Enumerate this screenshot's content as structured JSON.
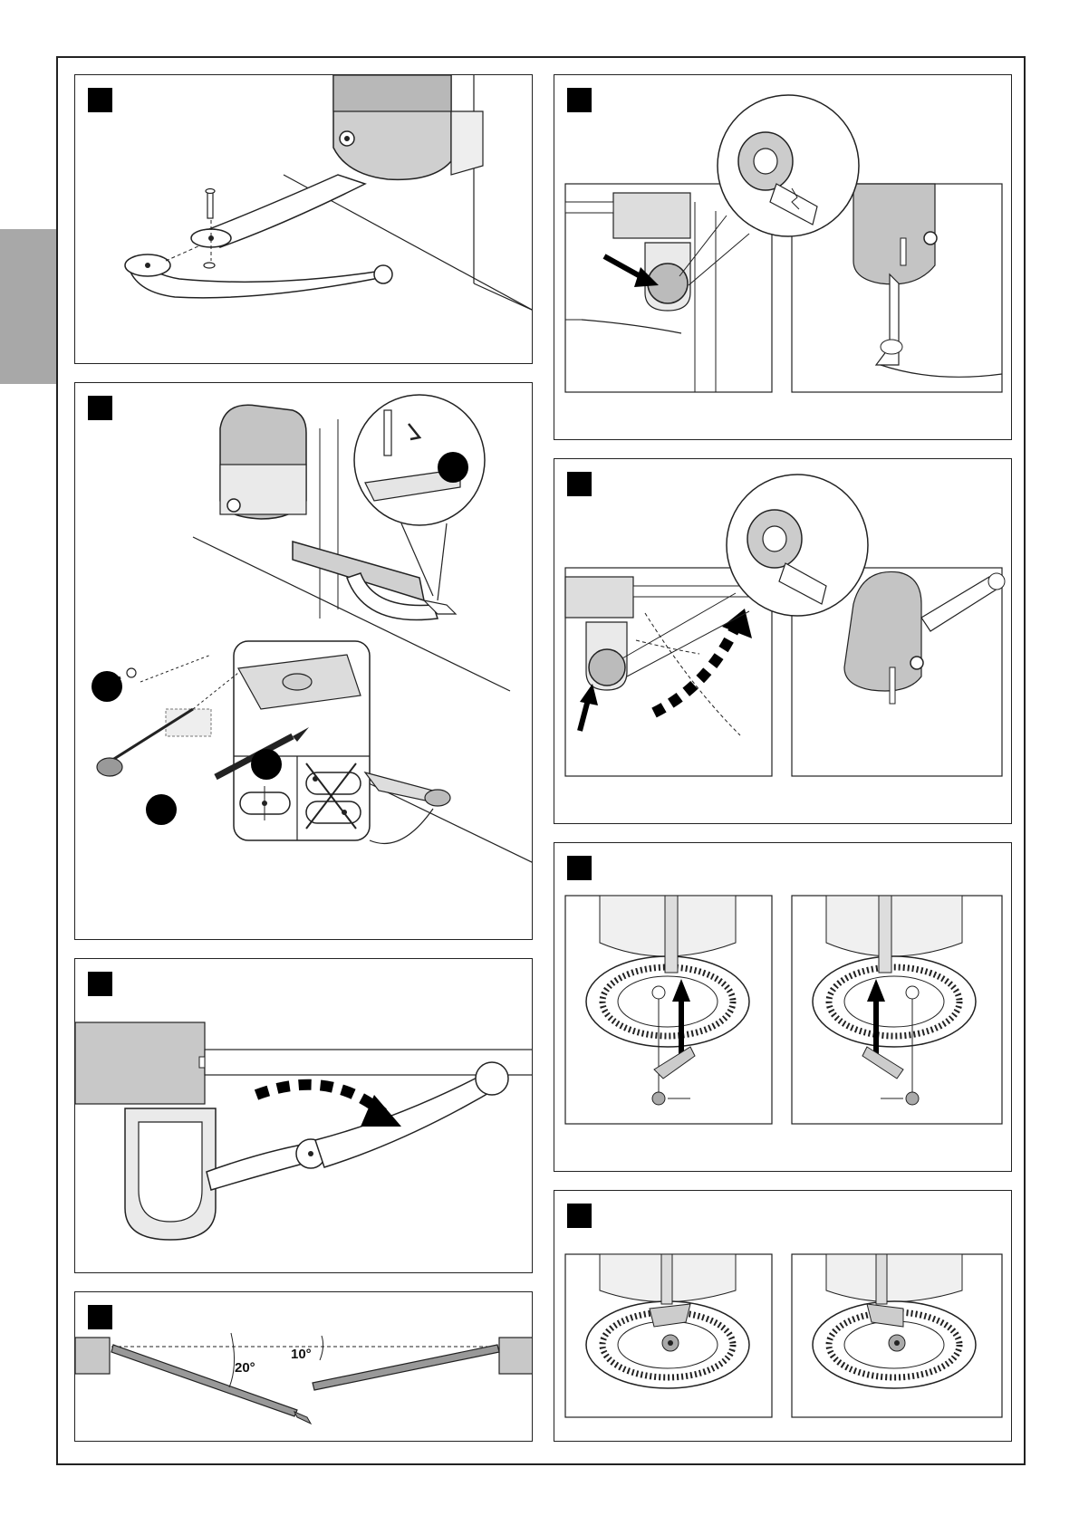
{
  "figure": {
    "panels": [
      {
        "id": "step-1",
        "side": "left"
      },
      {
        "id": "step-2",
        "side": "left"
      },
      {
        "id": "step-3",
        "side": "left"
      },
      {
        "id": "step-4",
        "side": "left"
      },
      {
        "id": "step-5",
        "side": "right"
      },
      {
        "id": "step-6",
        "side": "right"
      },
      {
        "id": "step-7",
        "side": "right"
      },
      {
        "id": "step-8",
        "side": "right"
      }
    ],
    "angles": {
      "left_leaf": "20°",
      "right_leaf": "10°"
    }
  },
  "colors": {
    "tab_gray": "#a8a8a8",
    "motor_gray": "#bdbdbd",
    "line": "#222222",
    "marker": "#000000"
  },
  "icons": [
    "square-step-marker",
    "round-callout-marker",
    "curved-arrow-icon",
    "straight-arrow-icon",
    "magnifier-inset-icon"
  ]
}
